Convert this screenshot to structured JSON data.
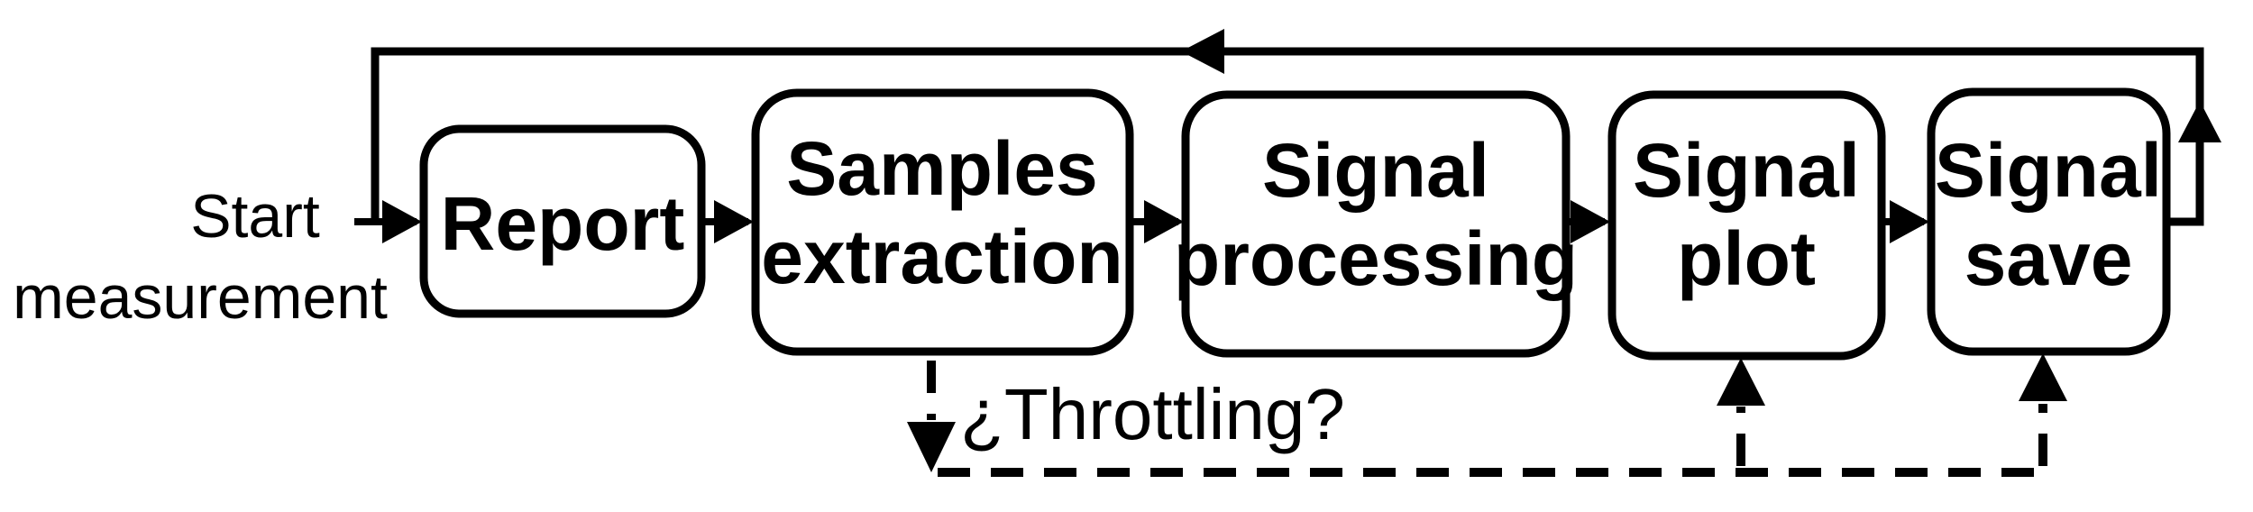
{
  "diagram": {
    "title": "Measurement process flow diagram",
    "start_label": {
      "line1": "Start",
      "line2": "measurement"
    },
    "nodes": [
      {
        "id": "report",
        "lines": [
          "Report",
          ""
        ]
      },
      {
        "id": "samples-extraction",
        "lines": [
          "Samples",
          "extraction"
        ]
      },
      {
        "id": "signal-processing",
        "lines": [
          "Signal",
          "processing"
        ]
      },
      {
        "id": "signal-plot",
        "lines": [
          "Signal",
          "plot"
        ]
      },
      {
        "id": "signal-save",
        "lines": [
          "Signal",
          "save"
        ]
      }
    ],
    "throttling_label": "¿Throttling?",
    "edges": [
      {
        "from": "start",
        "to": "report",
        "style": "solid"
      },
      {
        "from": "report",
        "to": "samples-extraction",
        "style": "solid"
      },
      {
        "from": "samples-extraction",
        "to": "signal-processing",
        "style": "solid"
      },
      {
        "from": "signal-processing",
        "to": "signal-plot",
        "style": "solid"
      },
      {
        "from": "signal-plot",
        "to": "signal-save",
        "style": "solid"
      },
      {
        "from": "signal-save",
        "to": "report",
        "style": "solid-feedback-loop"
      },
      {
        "from": "samples-extraction",
        "to": "signal-plot",
        "style": "dashed",
        "label": "¿Throttling?"
      },
      {
        "from": "samples-extraction",
        "to": "signal-save",
        "style": "dashed",
        "label": "¿Throttling?"
      }
    ],
    "colors": {
      "line": "#000000",
      "text": "#000000",
      "background": "#ffffff"
    }
  }
}
